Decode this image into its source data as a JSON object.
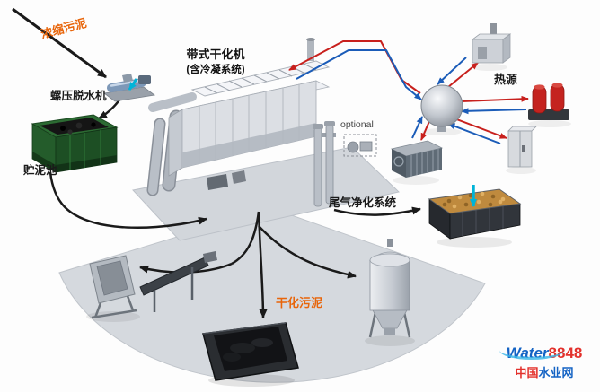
{
  "labels": {
    "concentrated_sludge": "浓缩污泥",
    "screw_press": "螺压脱水机",
    "sludge_storage": "贮泥池",
    "belt_dryer_line1": "带式干化机",
    "belt_dryer_line2": "(含冷凝系统)",
    "heat_source": "热源",
    "optional": "optional",
    "tail_gas_system": "尾气净化系统",
    "dried_sludge": "干化污泥"
  },
  "watermark": {
    "brand_blue": "Water",
    "brand_red": "8848",
    "site_red": "中国",
    "site_blue": "水业网"
  },
  "colors": {
    "hot_pipe": "#c8201d",
    "cold_pipe": "#1b5cb8",
    "sludge_flow": "#1a1a1a",
    "label_orange": "#e8650a",
    "tank_green": "#245c2b",
    "pellets_tan": "#bf8a3e",
    "cyan_arrow": "#00b4d8"
  }
}
